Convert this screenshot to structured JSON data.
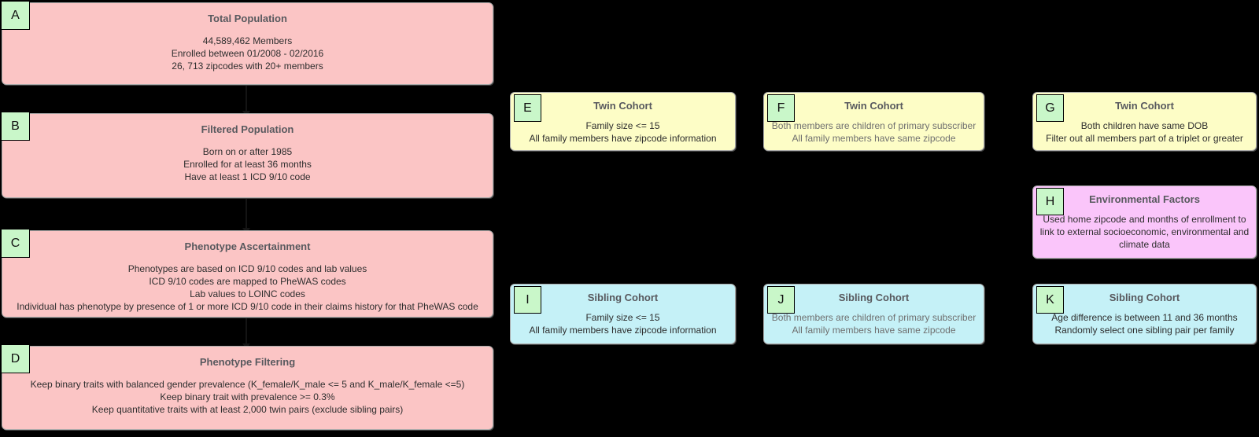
{
  "diagram": {
    "palette": {
      "pink": "#fbc5c5",
      "yellow": "#fdfdc6",
      "cyan": "#c5f1f7",
      "magenta": "#fac5fa",
      "label_green": "#c9f7c9",
      "box_border": "#a9a9a9",
      "label_border": "#000000",
      "title_text": "#58595e",
      "body_text": "#2e2e2e",
      "muted_text": "#6f6f6f"
    },
    "nodes": [
      {
        "id": "A",
        "title": "Total Population",
        "lines": [
          "44,589,462 Members",
          "Enrolled between 01/2008 - 02/2016",
          "26, 713 zipcodes with 20+ members"
        ]
      },
      {
        "id": "B",
        "title": "Filtered Population",
        "lines": [
          "Born on or after 1985",
          "Enrolled for at least 36 months",
          "Have at least 1 ICD 9/10 code"
        ]
      },
      {
        "id": "C",
        "title": "Phenotype Ascertainment",
        "lines": [
          "Phenotypes are based on ICD 9/10 codes and lab values",
          "ICD 9/10 codes are mapped to PheWAS codes",
          "Lab values to LOINC codes",
          "Individual has phenotype by presence of 1 or more ICD 9/10 code in their claims history for that PheWAS code"
        ]
      },
      {
        "id": "D",
        "title": "Phenotype Filtering",
        "lines": [
          "Keep binary traits with balanced gender prevalence (K_female/K_male <= 5 and K_male/K_female <=5)",
          "Keep binary trait with prevalence >= 0.3%",
          "Keep quantitative traits with at least 2,000 twin pairs (exclude sibling pairs)"
        ]
      },
      {
        "id": "E",
        "title": "Twin Cohort",
        "lines": [
          "Family size <= 15",
          "All family members have zipcode information"
        ]
      },
      {
        "id": "F",
        "title": "Twin Cohort",
        "muted_body": true,
        "lines": [
          "Both members are children of primary subscriber",
          "All family members have same zipcode"
        ]
      },
      {
        "id": "G",
        "title": "Twin Cohort",
        "lines": [
          "Both children have same DOB",
          "Filter out all members part of a triplet or greater"
        ]
      },
      {
        "id": "H",
        "title": "Environmental Factors",
        "lines": [
          "Used home zipcode and months of enrollment to",
          "link to external socioeconomic, environmental and",
          "climate data"
        ]
      },
      {
        "id": "I",
        "title": "Sibling Cohort",
        "lines": [
          "Family size <= 15",
          "All family members have zipcode information"
        ]
      },
      {
        "id": "J",
        "title": "Sibling Cohort",
        "muted_body": true,
        "lines": [
          "Both members are children of primary subscriber",
          "All family members have same zipcode"
        ]
      },
      {
        "id": "K",
        "title": "Sibling Cohort",
        "lines": [
          "Age difference is between 11 and 36 months",
          "Randomly select one sibling pair per family"
        ]
      }
    ]
  }
}
